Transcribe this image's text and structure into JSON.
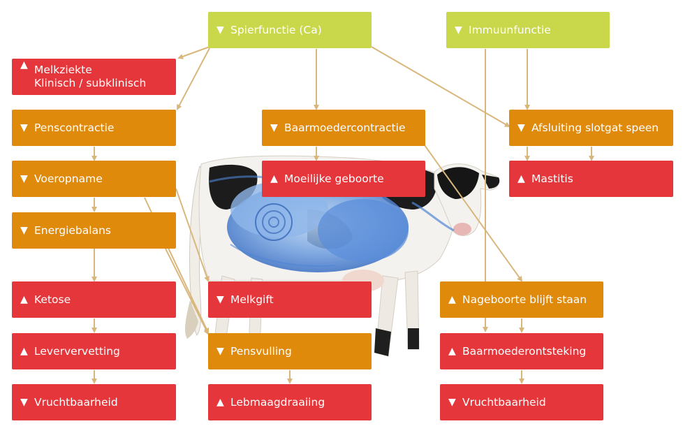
{
  "colors": {
    "green": "#c9d84a",
    "orange": "#e08a0c",
    "red": "#e5373b",
    "connector": "#d9b77c"
  },
  "arrows": {
    "up": "▲",
    "down": "▼"
  },
  "nodes": {
    "spierfunctie": {
      "label": "Spierfunctie (Ca)",
      "direction": "down"
    },
    "immuunfunctie": {
      "label": "Immuunfunctie",
      "direction": "down"
    },
    "melkziekte": {
      "line1": "Melkziekte",
      "line2": "Klinisch / subklinisch",
      "direction": "up"
    },
    "penscontractie": {
      "label": "Penscontractie",
      "direction": "down"
    },
    "baarmoedercontractie": {
      "label": "Baarmoedercontractie",
      "direction": "down"
    },
    "afsluiting": {
      "label": "Afsluiting slotgat speen",
      "direction": "down"
    },
    "voeropname": {
      "label": "Voeropname",
      "direction": "down"
    },
    "moeilijke": {
      "label": "Moeilijke geboorte",
      "direction": "up"
    },
    "mastitis": {
      "label": "Mastitis",
      "direction": "up"
    },
    "energiebalans": {
      "label": "Energiebalans",
      "direction": "down"
    },
    "ketose": {
      "label": "Ketose",
      "direction": "up"
    },
    "melkgift": {
      "label": "Melkgift",
      "direction": "down"
    },
    "nageboorte": {
      "label": "Nageboorte blijft staan",
      "direction": "up"
    },
    "leververvetting": {
      "label": "Leververvetting",
      "direction": "up"
    },
    "pensvulling": {
      "label": "Pensvulling",
      "direction": "down"
    },
    "baarmoederontsteking": {
      "label": "Baarmoederontsteking",
      "direction": "up"
    },
    "vruchtbaarheid_left": {
      "label": "Vruchtbaarheid",
      "direction": "down"
    },
    "lebmaagdraaiing": {
      "label": "Lebmaagdraaiing",
      "direction": "up"
    },
    "vruchtbaarheid_right": {
      "label": "Vruchtbaarheid",
      "direction": "down"
    }
  }
}
